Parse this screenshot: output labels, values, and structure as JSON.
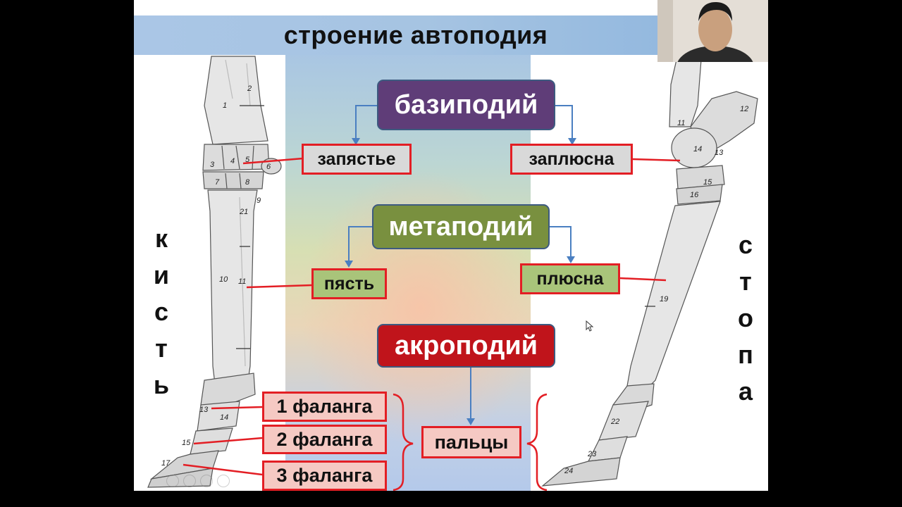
{
  "slide": {
    "title": "строение автоподия",
    "left_side_label": [
      "к",
      "и",
      "с",
      "т",
      "ь"
    ],
    "right_side_label": [
      "с",
      "т",
      "о",
      "п",
      "а"
    ]
  },
  "categories": {
    "basipodium": "базиподий",
    "metapodium": "метаподий",
    "acropodium": "акроподий"
  },
  "parts": {
    "carpus": "запястье",
    "tarsus": "заплюсна",
    "metacarpus": "пясть",
    "metatarsus": "плюсна",
    "digits": "пальцы"
  },
  "phalanges": [
    "1 фаланга",
    "2 фаланга",
    "3 фаланга"
  ],
  "bone_numbers_forelimb": [
    "1",
    "2",
    "3",
    "4",
    "5",
    "6",
    "7",
    "8",
    "9",
    "10",
    "11",
    "21",
    "13",
    "14",
    "15",
    "17"
  ],
  "bone_numbers_hindlimb": [
    "11",
    "12",
    "13",
    "14",
    "15",
    "16",
    "19",
    "22",
    "23",
    "24"
  ],
  "colors": {
    "basipodium": "#5f3d78",
    "metapodium": "#79903f",
    "acropodium": "#c0141b",
    "connector_red": "#e31e24",
    "arrow_blue": "#4a7fc1"
  },
  "overlay": {
    "webcam_icon": "webcam-video-icon",
    "cursor_icon": "mouse-cursor-icon",
    "playback_controls": [
      "back-icon",
      "copy-icon",
      "zoom-icon",
      "more-icon"
    ]
  }
}
